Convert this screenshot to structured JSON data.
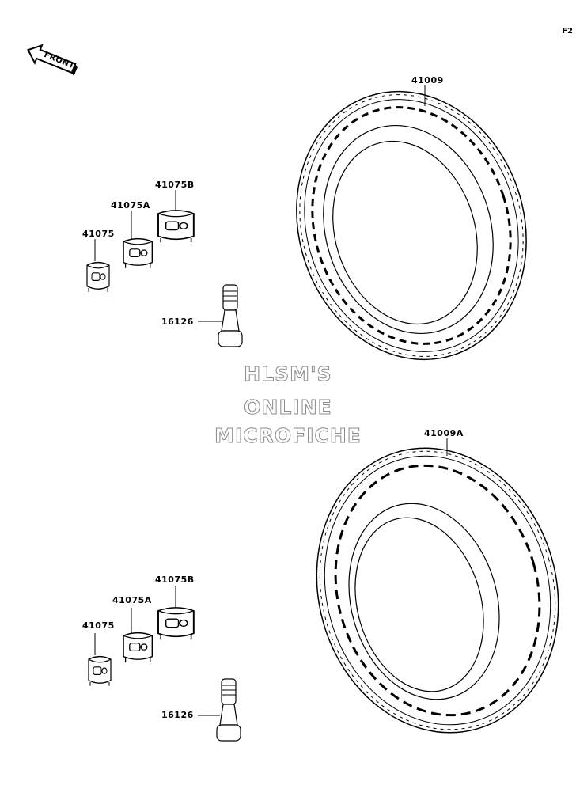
{
  "page_code": "F2",
  "front_label": "FRONT",
  "watermark": {
    "line1": "HLSM'S",
    "line2": "ONLINE",
    "line3": "MICROFICHE"
  },
  "parts": {
    "front_tire": "41009",
    "rear_tire": "41009A",
    "weight_b_top": "41075B",
    "weight_a_top": "41075A",
    "weight_top": "41075",
    "valve_top": "16126",
    "weight_b_bottom": "41075B",
    "weight_a_bottom": "41075A",
    "weight_bottom": "41075",
    "valve_bottom": "16126"
  }
}
